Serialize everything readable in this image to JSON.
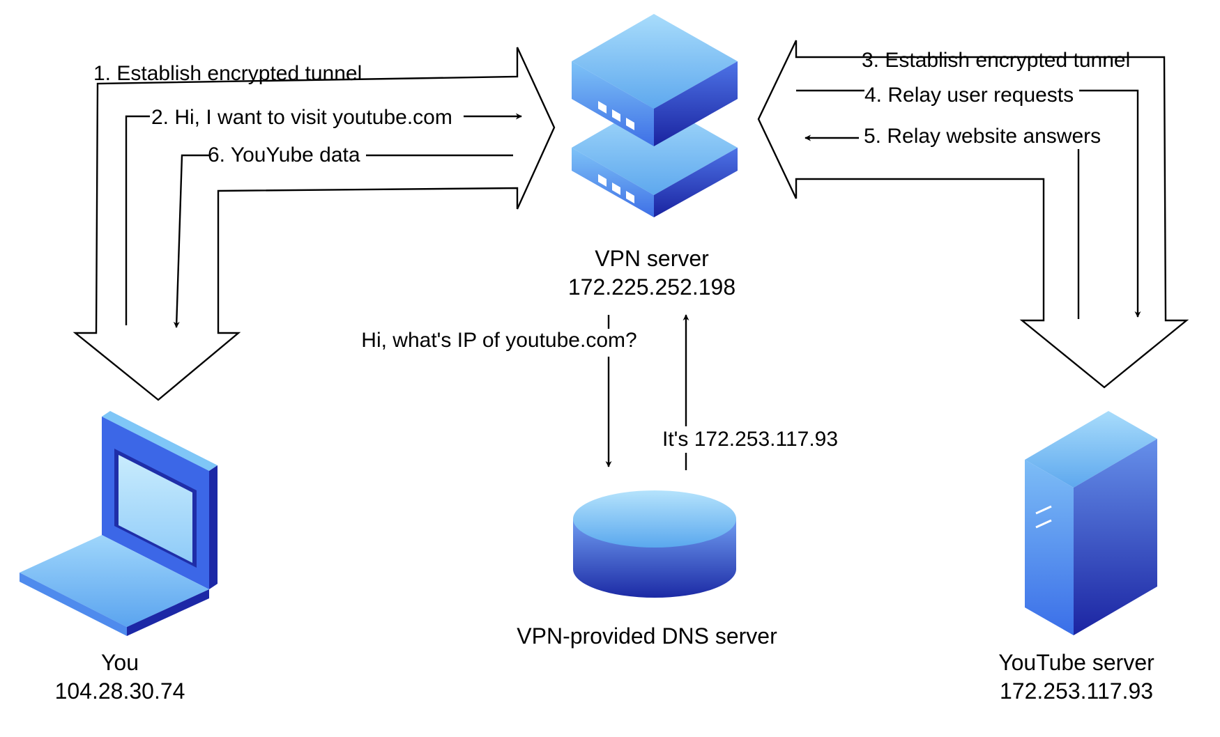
{
  "nodes": {
    "vpn": {
      "name": "VPN server",
      "ip": "172.225.252.198"
    },
    "you": {
      "name": "You",
      "ip": "104.28.30.74"
    },
    "dns": {
      "name": "VPN-provided DNS server"
    },
    "youtube": {
      "name": "YouTube server",
      "ip": "172.253.117.93"
    }
  },
  "steps": {
    "s1": "1. Establish encrypted tunnel",
    "s2": "2. Hi, I want to visit youtube.com",
    "s3": "3. Establish encrypted tunnel",
    "s4": "4. Relay user requests",
    "s5": "5. Relay website answers",
    "s6": "6. YouYube data"
  },
  "dns_query": {
    "question": "Hi, what's IP of youtube.com?",
    "answer": "It's 172.253.117.93"
  },
  "colors": {
    "light_blue": "#7ec8f5",
    "mid_blue": "#4f86ec",
    "dark_blue": "#1f2ea8"
  }
}
